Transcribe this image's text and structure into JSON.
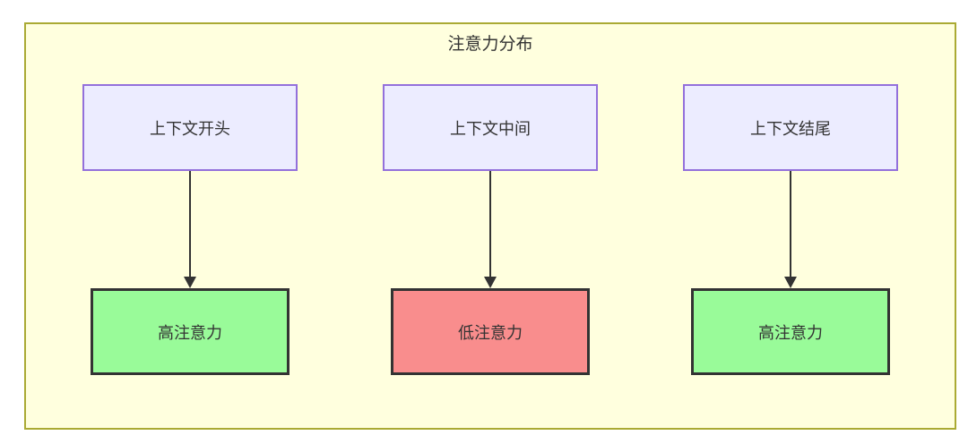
{
  "diagram": {
    "type": "flowchart",
    "title": "注意力分布",
    "columns": [
      {
        "source": "上下文开头",
        "result": "高注意力",
        "level": "high"
      },
      {
        "source": "上下文中间",
        "result": "低注意力",
        "level": "low"
      },
      {
        "source": "上下文结尾",
        "result": "高注意力",
        "level": "high"
      }
    ],
    "edges": [
      {
        "from": "上下文开头",
        "to": "高注意力",
        "direction": "down"
      },
      {
        "from": "上下文中间",
        "to": "低注意力",
        "direction": "down"
      },
      {
        "from": "上下文结尾",
        "to": "高注意力",
        "direction": "down"
      }
    ],
    "colors": {
      "page_bg": "#ffffff",
      "cluster_bg": "#ffffde",
      "cluster_border": "#aaaa33",
      "source_fill": "#ececff",
      "source_border": "#9370db",
      "high_fill": "#99fb99",
      "low_fill": "#f98d8d",
      "result_border": "#333333",
      "arrow": "#333333",
      "text": "#333333"
    }
  }
}
